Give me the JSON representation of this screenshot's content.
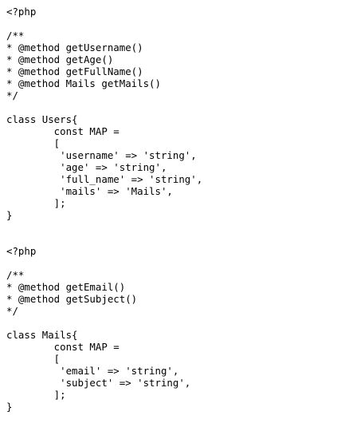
{
  "code_lines": [
    "<?php",
    "",
    "/**",
    "* @method getUsername()",
    "* @method getAge()",
    "* @method getFullName()",
    "* @method Mails getMails()",
    "*/",
    "",
    "class Users{",
    "        const MAP =",
    "        [",
    "         'username' => 'string',",
    "         'age' => 'string',",
    "         'full_name' => 'string',",
    "         'mails' => 'Mails',",
    "        ];",
    "}",
    "",
    "",
    "<?php",
    "",
    "/**",
    "* @method getEmail()",
    "* @method getSubject()",
    "*/",
    "",
    "class Mails{",
    "        const MAP =",
    "        [",
    "         'email' => 'string',",
    "         'subject' => 'string',",
    "        ];",
    "}"
  ]
}
